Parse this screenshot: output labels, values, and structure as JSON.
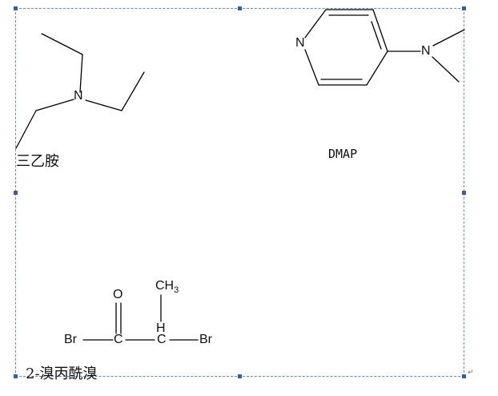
{
  "labels": {
    "triethylamine_name": "三乙胺",
    "dmap_name": "DMAP",
    "bromide_name": "2-溴丙酰溴"
  },
  "atoms": {
    "triethylamine_n": "N",
    "dmap_ring_n": "N",
    "dmap_amine_n": "N",
    "oxygen": "O",
    "br_left": "Br",
    "carbonyl_c": "C",
    "alpha_c": "C",
    "alpha_h": "H",
    "br_right": "Br",
    "methyl_c": "CH",
    "methyl_sub": "3"
  },
  "colors": {
    "bond": "#000000",
    "frame": "#6c8cb8",
    "handle": "#3a5f95"
  },
  "paragraph_mark": "↵"
}
